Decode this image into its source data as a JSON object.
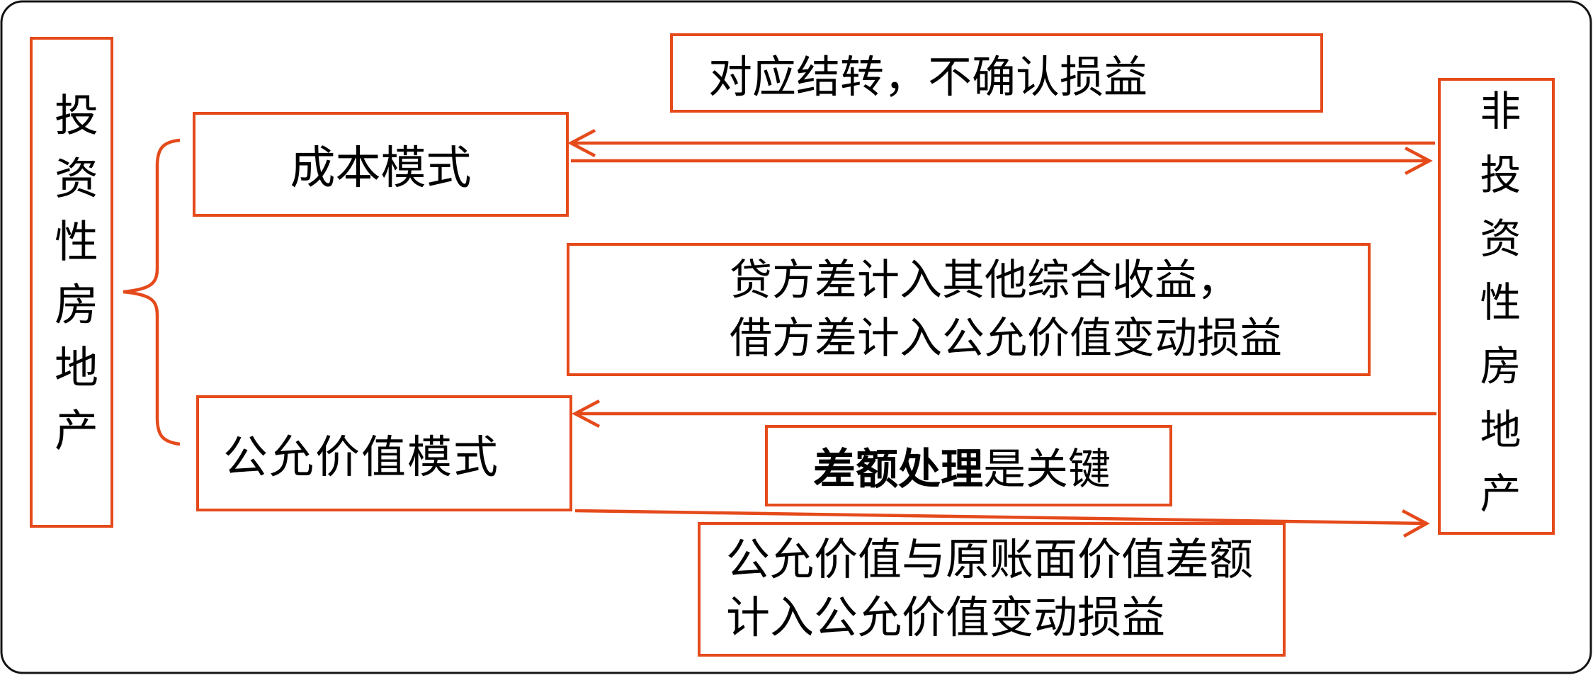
{
  "colors": {
    "accent": "#E54A1B",
    "text": "#000000",
    "frame": "#141414",
    "background": "#FFFFFF"
  },
  "nodes": {
    "investment_property": {
      "label": "投资性房地产"
    },
    "cost_model": {
      "label": "成本模式"
    },
    "fair_value_model": {
      "label": "公允价值模式"
    },
    "non_investment_property": {
      "label": "非投资性房地产"
    }
  },
  "annotations": {
    "top": {
      "text": "对应结转，不确认损益"
    },
    "middle": {
      "line1": "贷方差计入其他综合收益，",
      "line2": "借方差计入公允价值变动损益"
    },
    "key": {
      "bold": "差额处理",
      "rest": "是关键"
    },
    "bottom": {
      "line1": "公允价值与原账面价值差额",
      "line2": "计入公允价值变动损益"
    }
  }
}
